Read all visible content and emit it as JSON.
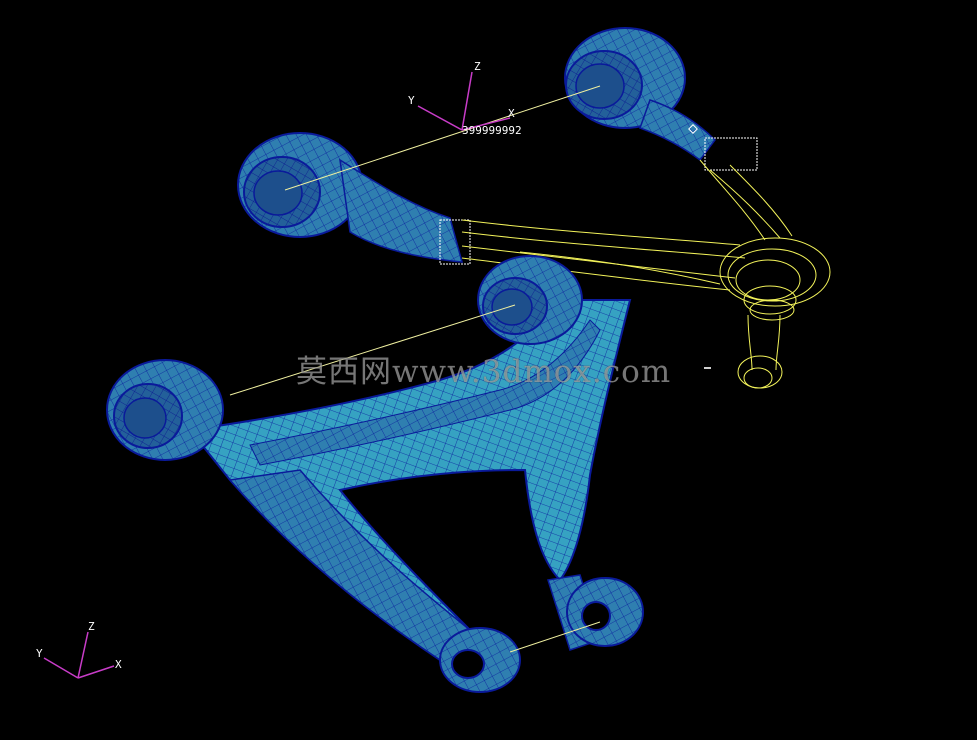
{
  "viewport": {
    "background": "#000000",
    "colors": {
      "mesh_fill": "#2f7fb0",
      "mesh_fill_light": "#3aa0c4",
      "mesh_edge": "#0a1a9a",
      "wireframe": "#f2f25a",
      "axis": "#c83cc8",
      "connector": "#f0f0a0"
    }
  },
  "node_label": "399999992",
  "watermark": "莫西网www.3dmox.com",
  "watermark_icon": "dot-icon",
  "triad_origin": {
    "x": "X",
    "y": "Y",
    "z": "Z"
  },
  "triad_corner": {
    "x": "X",
    "y": "Y",
    "z": "Z"
  },
  "parts": {
    "upper_arm": "wireframe-control-arm",
    "lower_arm": "meshed-control-arm"
  }
}
